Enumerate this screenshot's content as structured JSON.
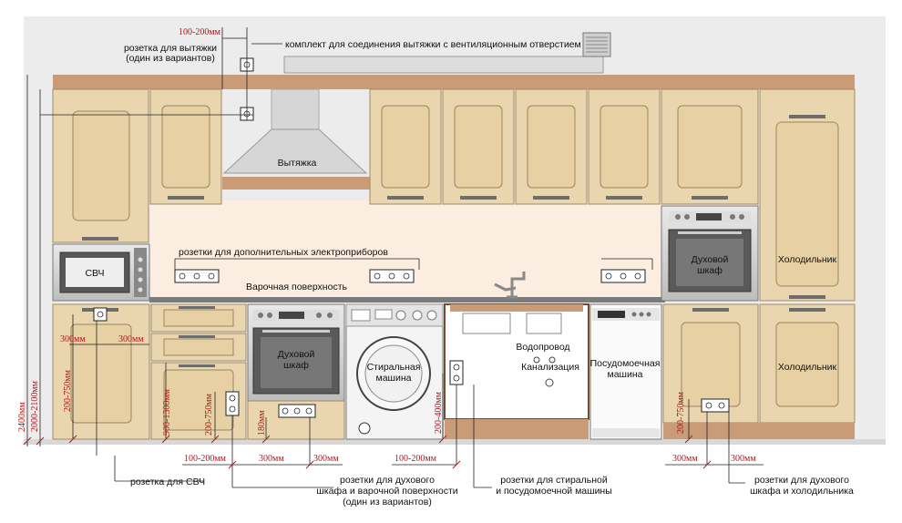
{
  "labels": {
    "hood_outlet": "розетка для вытяжки",
    "hood_outlet_variant": "(один из вариантов)",
    "hood_kit": "комплект для соединения вытяжки с вентиляционным отверстием",
    "hood": "Вытяжка",
    "extra_outlets": "розетки для дополнительных электроприборов",
    "cooktop": "Варочная поверхность",
    "microwave": "СВЧ",
    "oven_left_1": "Духовой",
    "oven_left_2": "шкаф",
    "washer_1": "Стиральная",
    "washer_2": "машина",
    "water": "Водопровод",
    "sewer": "Канализация",
    "dishwasher_1": "Посудомоечная",
    "dishwasher_2": "машина",
    "oven_right_1": "Духовой",
    "oven_right_2": "шкаф",
    "fridge_top": "Холодильник",
    "fridge_bottom": "Холодильник",
    "outlet_mw": "розетка для СВЧ",
    "outlet_oven_1": "розетки для духового",
    "outlet_oven_2": "шкафа и варочной поверхности",
    "outlet_oven_3": "(один из вариантов)",
    "outlet_wash_1": "розетки для стиральной",
    "outlet_wash_2": "и посудомоечной машины",
    "outlet_fridge_1": "розетки для духового",
    "outlet_fridge_2": "шкафа и холодильника"
  },
  "dimensions": {
    "top_100_200": "100-200мм",
    "h_2400": "2400мм",
    "h_2000_2100": "2000-2100мм",
    "h_200_750_a": "200-750мм",
    "h_300_a": "300мм",
    "h_300_b": "300мм",
    "h_900_1300": "900-1300мм",
    "h_200_750_b": "200-750мм",
    "h_180": "180мм",
    "h_200_400": "200-400мм",
    "h_200_750_c": "200-750мм",
    "b_100_200_a": "100-200мм",
    "b_300_a": "300мм",
    "b_300_b": "300мм",
    "b_100_200_b": "100-200мм",
    "b_300_c": "300мм",
    "b_300_d": "300мм"
  }
}
